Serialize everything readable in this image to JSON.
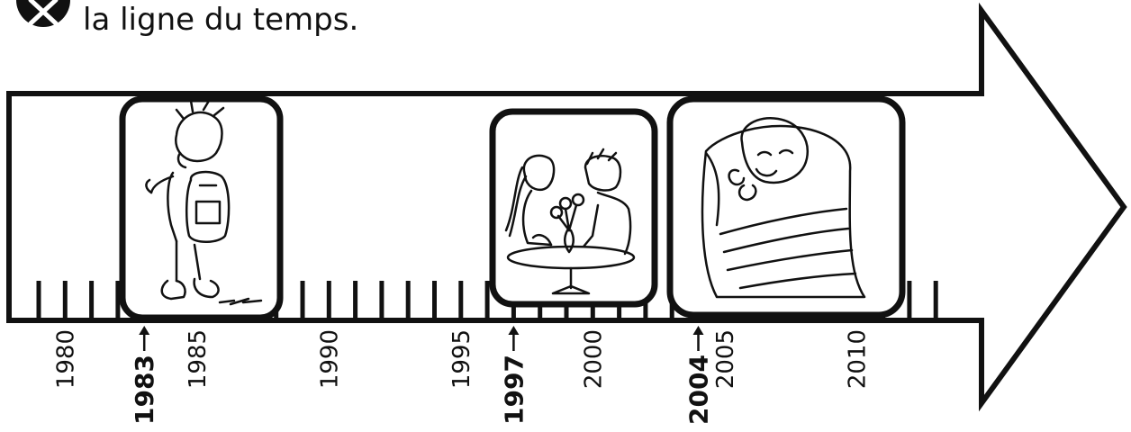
{
  "instruction": "la ligne du temps.",
  "timeline": {
    "start_year": 1979,
    "end_year": 2013,
    "year_labels": [
      "1980",
      "1985",
      "1990",
      "1995",
      "2000",
      "2005",
      "2010"
    ],
    "event_labels": [
      "1983",
      "1997",
      "2004"
    ]
  },
  "pictures": [
    {
      "name": "child-with-backpack",
      "description_icon": "child-icon"
    },
    {
      "name": "couple-at-table",
      "description_icon": "couple-icon"
    },
    {
      "name": "swaddled-baby",
      "description_icon": "baby-icon"
    }
  ]
}
